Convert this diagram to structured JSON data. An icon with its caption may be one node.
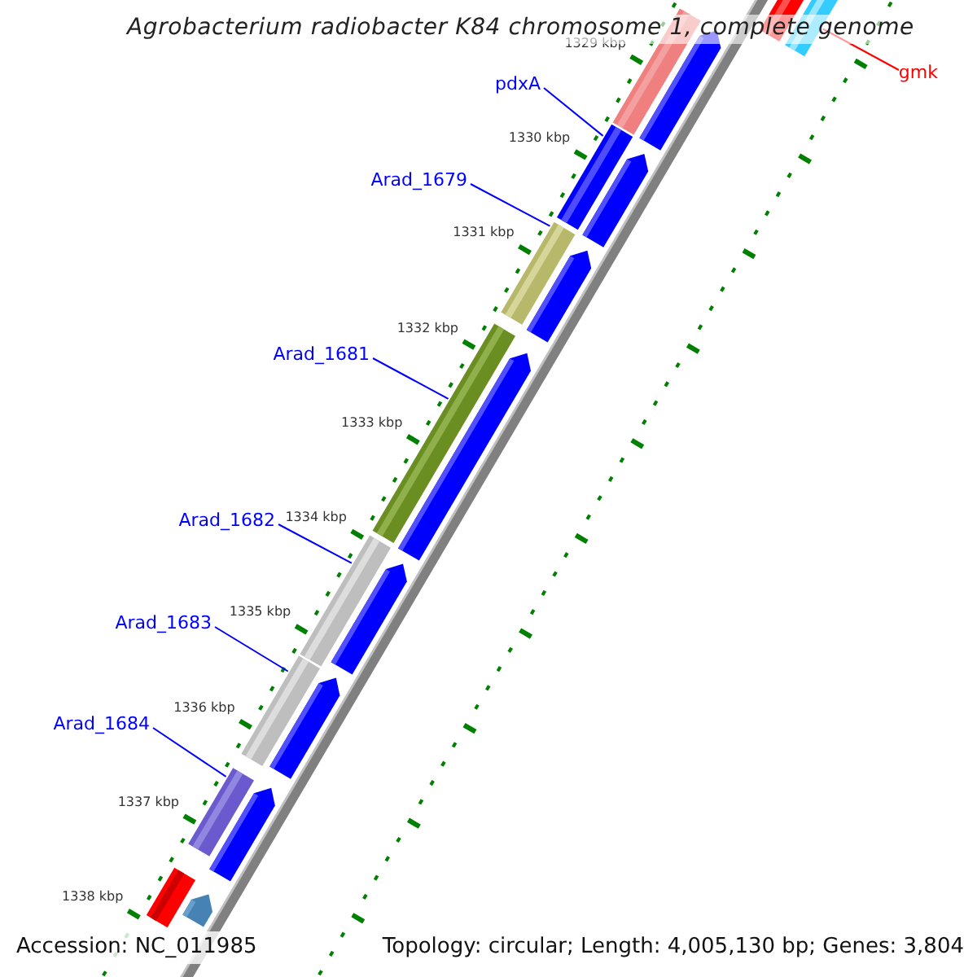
{
  "diagram": {
    "title": "Agrobacterium radiobacter K84 chromosome 1, complete genome",
    "nodes": [
      {
        "text": [
          "gmk"
        ]
      },
      {
        "text": [],
        "shape": "bar"
      },
      {
        "text": [
          "pdxA"
        ]
      },
      {
        "text": [],
        "shape": "bar"
      },
      {
        "text": [
          "Arad_1679"
        ]
      },
      {
        "text": [],
        "shape": "bar"
      },
      {
        "text": [
          "Arad_1681"
        ]
      },
      {
        "text": [],
        "shape": "bar"
      },
      {
        "text": [
          "Arad_1682"
        ]
      },
      {
        "text": [],
        "shape": "bar"
      },
      {
        "text": [
          "Arad_1683"
        ]
      },
      {
        "text": [],
        "shape": "bar"
      },
      {
        "text": [
          "Arad_1684"
        ]
      },
      {
        "text": [],
        "shape": "bar"
      },
      {
        "text": [],
        "shape": "bar"
      },
      {
        "text": [],
        "shape": "bar"
      },
      {
        "text": [],
        "shape": "bar"
      },
      {
        "text": [],
        "shape": "bar"
      },
      {
        "text": [],
        "shape": "bar"
      },
      {
        "text": [],
        "shape": "bar"
      },
      {
        "text": [],
        "shape": "bar"
      },
      {
        "text": [],
        "shape": "bar"
      },
      {
        "text": [],
        "shape": "bar"
      },
      {
        "text": [],
        "shape": "bar"
      },
      {
        "text": [],
        "shape": "bar"
      }
    ],
    "edges": [
      {
        "from": 0,
        "to": 1,
        "arrow": "none",
        "color": "#ff0000"
      },
      {
        "from": 2,
        "to": 3,
        "arrow": "none"
      },
      {
        "from": 4,
        "to": 5,
        "arrow": "none"
      },
      {
        "from": 6,
        "to": 7,
        "arrow": "none"
      },
      {
        "from": 8,
        "to": 9,
        "arrow": "none"
      },
      {
        "from": 10,
        "to": 11,
        "arrow": "none"
      },
      {
        "from": 12,
        "to": 13,
        "arrow": "none"
      }
    ],
    "labels": [
      "1329 kbp",
      "1330 kbp",
      "1331 kbp",
      "1332 kbp",
      "1333 kbp",
      "1334 kbp",
      "1335 kbp",
      "1336 kbp",
      "1337 kbp",
      "1338 kbp",
      "Accession: NC_011985",
      "Topology: circular; Length: 4,005,130 bp; Genes: 3,804"
    ]
  }
}
